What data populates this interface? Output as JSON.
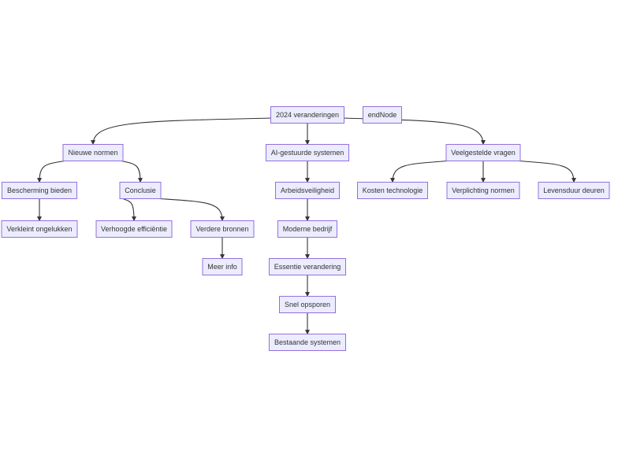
{
  "diagram": {
    "nodes": [
      {
        "id": "root",
        "label": "2024 veranderingen"
      },
      {
        "id": "end",
        "label": "endNode"
      },
      {
        "id": "nieuwe",
        "label": "Nieuwe normen"
      },
      {
        "id": "ai",
        "label": "AI-gestuurde systemen"
      },
      {
        "id": "faq",
        "label": "Veelgestelde vragen"
      },
      {
        "id": "bescherming",
        "label": "Bescherming bieden"
      },
      {
        "id": "conclusie",
        "label": "Conclusie"
      },
      {
        "id": "arbeid",
        "label": "Arbeidsveiligheid"
      },
      {
        "id": "kosten",
        "label": "Kosten technologie"
      },
      {
        "id": "verplichting",
        "label": "Verplichting normen"
      },
      {
        "id": "levensduur",
        "label": "Levensduur deuren"
      },
      {
        "id": "verkleint",
        "label": "Verkleint ongelukken"
      },
      {
        "id": "efficientie",
        "label": "Verhoogde efficiëntie"
      },
      {
        "id": "bronnen",
        "label": "Verdere bronnen"
      },
      {
        "id": "moderne",
        "label": "Moderne bedrijf"
      },
      {
        "id": "meerinfo",
        "label": "Meer info"
      },
      {
        "id": "essentie",
        "label": "Essentie verandering"
      },
      {
        "id": "snel",
        "label": "Snel opsporen"
      },
      {
        "id": "bestaande",
        "label": "Bestaande systemen"
      }
    ],
    "edges": [
      {
        "from": "root",
        "to": "nieuwe"
      },
      {
        "from": "root",
        "to": "ai"
      },
      {
        "from": "root",
        "to": "faq"
      },
      {
        "from": "nieuwe",
        "to": "bescherming"
      },
      {
        "from": "nieuwe",
        "to": "conclusie"
      },
      {
        "from": "ai",
        "to": "arbeid"
      },
      {
        "from": "faq",
        "to": "kosten"
      },
      {
        "from": "faq",
        "to": "verplichting"
      },
      {
        "from": "faq",
        "to": "levensduur"
      },
      {
        "from": "bescherming",
        "to": "verkleint"
      },
      {
        "from": "conclusie",
        "to": "efficientie"
      },
      {
        "from": "conclusie",
        "to": "bronnen"
      },
      {
        "from": "arbeid",
        "to": "moderne"
      },
      {
        "from": "bronnen",
        "to": "meerinfo"
      },
      {
        "from": "moderne",
        "to": "essentie"
      },
      {
        "from": "essentie",
        "to": "snel"
      },
      {
        "from": "snel",
        "to": "bestaande"
      }
    ],
    "colors": {
      "node_fill": "#ececff",
      "node_stroke": "#9370db",
      "edge": "#333333",
      "text": "#333333"
    }
  }
}
